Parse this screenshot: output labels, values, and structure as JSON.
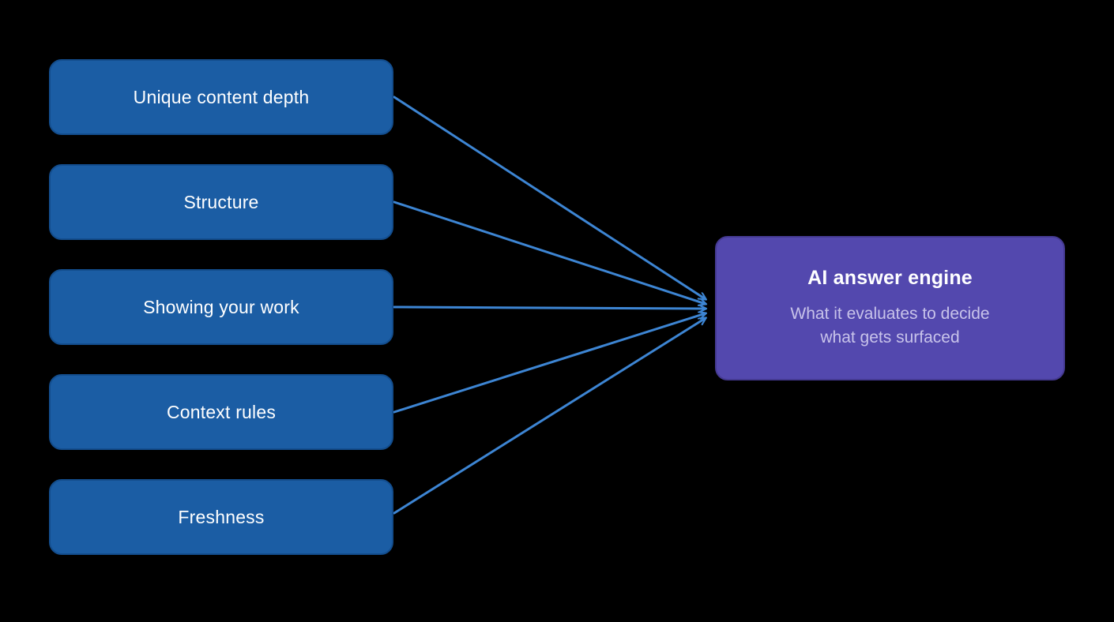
{
  "diagram": {
    "type": "flowchart",
    "background_color": "#000000",
    "node_fill_color": "#1b5da4",
    "node_border_color": "#134d8d",
    "node_text_color": "#ffffff",
    "arrow_color": "#3d85d3",
    "nodes": [
      {
        "id": "unique-content-depth",
        "label": "Unique content depth"
      },
      {
        "id": "structure",
        "label": "Structure"
      },
      {
        "id": "showing-your-work",
        "label": "Showing your work"
      },
      {
        "id": "context-rules",
        "label": "Context rules"
      },
      {
        "id": "freshness",
        "label": "Freshness"
      }
    ],
    "target": {
      "id": "ai-answer-engine",
      "title": "AI answer engine",
      "subtitle_line1": "What it evaluates to decide",
      "subtitle_line2": "what gets surfaced",
      "fill_color": "#5348ae",
      "border_color": "#453a92",
      "title_color": "#ffffff",
      "subtitle_color": "#c8c3ea"
    },
    "edges": [
      {
        "from": "unique-content-depth",
        "to": "ai-answer-engine"
      },
      {
        "from": "structure",
        "to": "ai-answer-engine"
      },
      {
        "from": "showing-your-work",
        "to": "ai-answer-engine"
      },
      {
        "from": "context-rules",
        "to": "ai-answer-engine"
      },
      {
        "from": "freshness",
        "to": "ai-answer-engine"
      }
    ]
  }
}
